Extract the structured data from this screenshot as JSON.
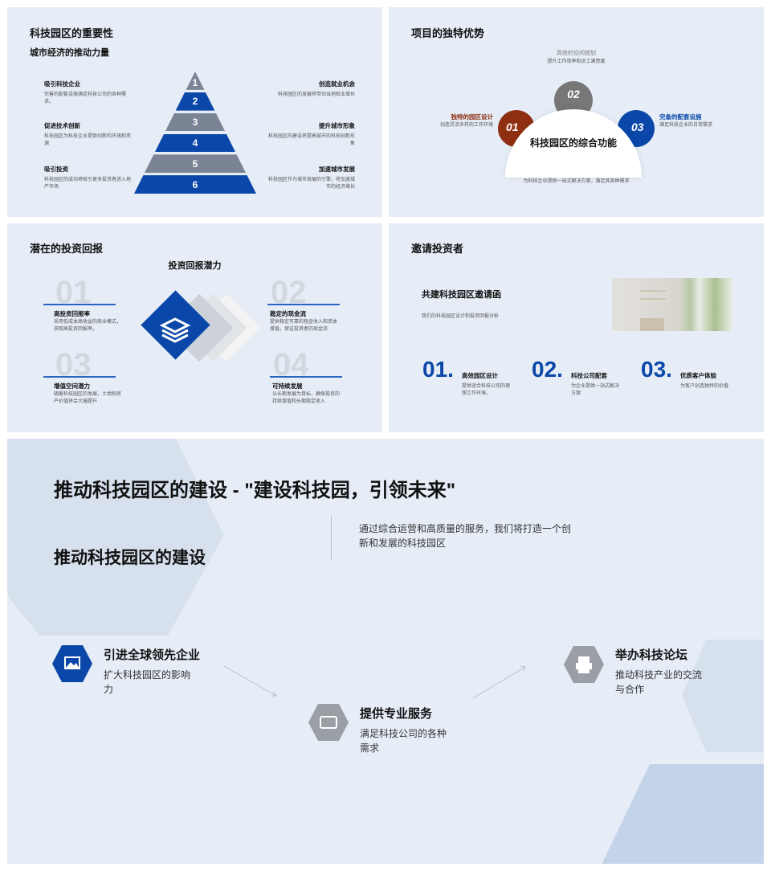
{
  "s1": {
    "title": "科技园区的重要性",
    "subtitle": "城市经济的推动力量",
    "left": [
      {
        "t": "吸引科技企业",
        "d": "完善的配套设施满足科技公司的各种需求。"
      },
      {
        "t": "促进技术创新",
        "d": "科技园区为科技企业提供创新的环境和资源"
      },
      {
        "t": "吸引投资",
        "d": "科技园区的成功将吸引更多投资者进入地产市场"
      }
    ],
    "right": [
      {
        "t": "创造就业机会",
        "d": "科技园区的发展将带动当地就业增长"
      },
      {
        "t": "提升城市形象",
        "d": "科技园区的建设将提高城市的科技创新形象"
      },
      {
        "t": "加速城市发展",
        "d": "科技园区作为城市发展的引擎，将加速城市的经济增长"
      }
    ],
    "levels": [
      "1",
      "2",
      "3",
      "4",
      "5",
      "6"
    ],
    "colors": {
      "blue": "#0a47a8",
      "gray": "#7a8494"
    }
  },
  "s2": {
    "title": "项目的独特优势",
    "center": "科技园区的综合功能",
    "bottom": "为科技企业提供一站式解决方案，满足其各种需求",
    "items": [
      {
        "n": "01",
        "t": "独特的园区设计",
        "d": "创造灵活多样的工作环境",
        "color": "#8f2f12"
      },
      {
        "n": "02",
        "t": "高效的空间规划",
        "d": "提升工作效率和员工满意度",
        "color": "#777777"
      },
      {
        "n": "03",
        "t": "完备的配套设施",
        "d": "满足科技企业的日常需求",
        "color": "#0a47a8"
      }
    ]
  },
  "s3": {
    "title": "潜在的投资回报",
    "subtitle": "投资回报潜力",
    "items": [
      {
        "n": "01",
        "t": "高投资回报率",
        "d": "采用低成本高收益的商业模式，获取高投资回报率。"
      },
      {
        "n": "02",
        "t": "稳定的现金流",
        "d": "提供稳定可靠的租金收入和资本增值，保证投资者的现金流"
      },
      {
        "n": "03",
        "t": "增值空间潜力",
        "d": "随着科技园区的发展，土地和房产价值将会大幅提升"
      },
      {
        "n": "04",
        "t": "可持续发展",
        "d": "以长期发展为目标，确保投资的持续增值和长期稳定收入"
      }
    ]
  },
  "s4": {
    "title": "邀请投资者",
    "heading": "共建科技园区邀请函",
    "desc": "我们的科技园区设计和投资回报分析",
    "items": [
      {
        "n": "01.",
        "t": "高效园区设计",
        "d": "提供适合科技公司的理想工作环境。"
      },
      {
        "n": "02.",
        "t": "科技公司配套",
        "d": "为企业提供一站式解决方案"
      },
      {
        "n": "03.",
        "t": "优质客户体验",
        "d": "为客户创造独特的价值"
      }
    ]
  },
  "s5": {
    "title": "推动科技园区的建设 - \"建设科技园，引领未来\"",
    "subtitle": "推动科技园区的建设",
    "desc": "通过综合运营和高质量的服务，我们将打造一个创新和发展的科技园区",
    "items": [
      {
        "t": "引进全球领先企业",
        "d": "扩大科技园区的影响力"
      },
      {
        "t": "提供专业服务",
        "d": "满足科技公司的各种需求"
      },
      {
        "t": "举办科技论坛",
        "d": "推动科技产业的交流与合作"
      }
    ]
  }
}
